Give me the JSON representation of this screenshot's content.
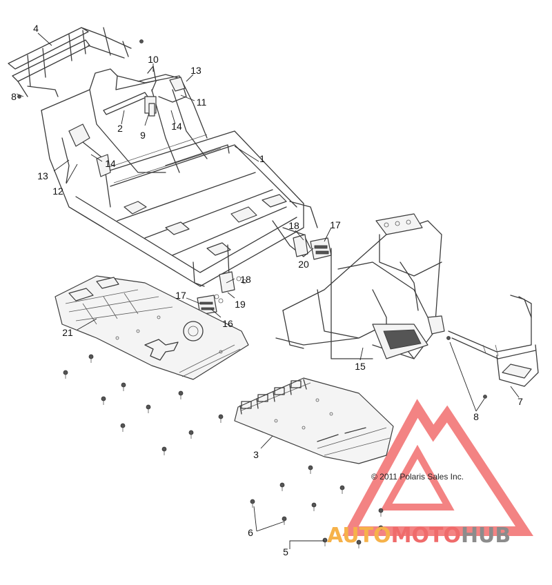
{
  "callouts": [
    {
      "label": "4"
    },
    {
      "label": "10"
    },
    {
      "label": "13"
    },
    {
      "label": "8"
    },
    {
      "label": "2"
    },
    {
      "label": "11"
    },
    {
      "label": "9"
    },
    {
      "label": "14"
    },
    {
      "label": "1"
    },
    {
      "label": "13"
    },
    {
      "label": "14"
    },
    {
      "label": "12"
    },
    {
      "label": "18"
    },
    {
      "label": "17"
    },
    {
      "label": "20"
    },
    {
      "label": "18"
    },
    {
      "label": "17"
    },
    {
      "label": "19"
    },
    {
      "label": "16"
    },
    {
      "label": "21"
    },
    {
      "label": "15"
    },
    {
      "label": "7"
    },
    {
      "label": "8"
    },
    {
      "label": "3"
    },
    {
      "label": "6"
    },
    {
      "label": "5"
    }
  ],
  "copyright": "© 2011 Polaris Sales Inc.",
  "watermark": {
    "part1": "AUTO",
    "part2": "MOTO",
    "part3": "HUB",
    "colors": {
      "auto": "#f6b24a",
      "moto": "#ef6b6b",
      "hub": "#8c8c8c",
      "triangle": "#ef5a5a"
    }
  }
}
